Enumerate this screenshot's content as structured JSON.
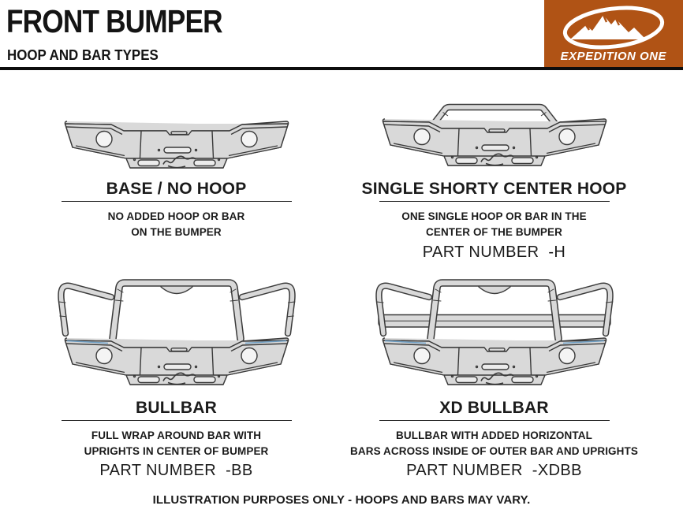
{
  "header": {
    "title": "FRONT BUMPER",
    "subtitle": "HOOP AND BAR TYPES"
  },
  "logo": {
    "brand": "EXPEDITION ONE",
    "bg_color": "#b05315",
    "mark": "mountain-range-in-oval-icon",
    "text_color": "#ffffff"
  },
  "sections": [
    {
      "title": "BASE / NO HOOP",
      "lines": [
        "NO ADDED HOOP OR BAR",
        "ON THE BUMPER"
      ],
      "part_number": "",
      "illustration": "base-bumper-line-art"
    },
    {
      "title": "SINGLE SHORTY CENTER HOOP",
      "lines": [
        "ONE SINGLE HOOP OR BAR IN THE",
        "CENTER OF THE BUMPER"
      ],
      "part_number": "PART NUMBER  -H",
      "illustration": "center-hoop-bumper-line-art"
    },
    {
      "title": "BULLBAR",
      "lines": [
        "FULL WRAP AROUND BAR WITH",
        "UPRIGHTS IN CENTER OF BUMPER"
      ],
      "part_number": "PART NUMBER  -BB",
      "illustration": "bullbar-bumper-line-art"
    },
    {
      "title": "XD BULLBAR",
      "lines": [
        "BULLBAR WITH ADDED HORIZONTAL",
        "BARS ACROSS INSIDE OF OUTER BAR AND UPRIGHTS"
      ],
      "part_number": "PART NUMBER  -XDBB",
      "illustration": "xd-bullbar-bumper-line-art"
    }
  ],
  "footer": {
    "disclaimer": "ILLUSTRATION PURPOSES ONLY - HOOPS AND BARS MAY VARY."
  },
  "colors": {
    "line": "#3a3a3a",
    "steel_fill": "#d9d9d9",
    "accent_blue": "#6f9fc4",
    "rule_black": "#0d0d0d"
  }
}
